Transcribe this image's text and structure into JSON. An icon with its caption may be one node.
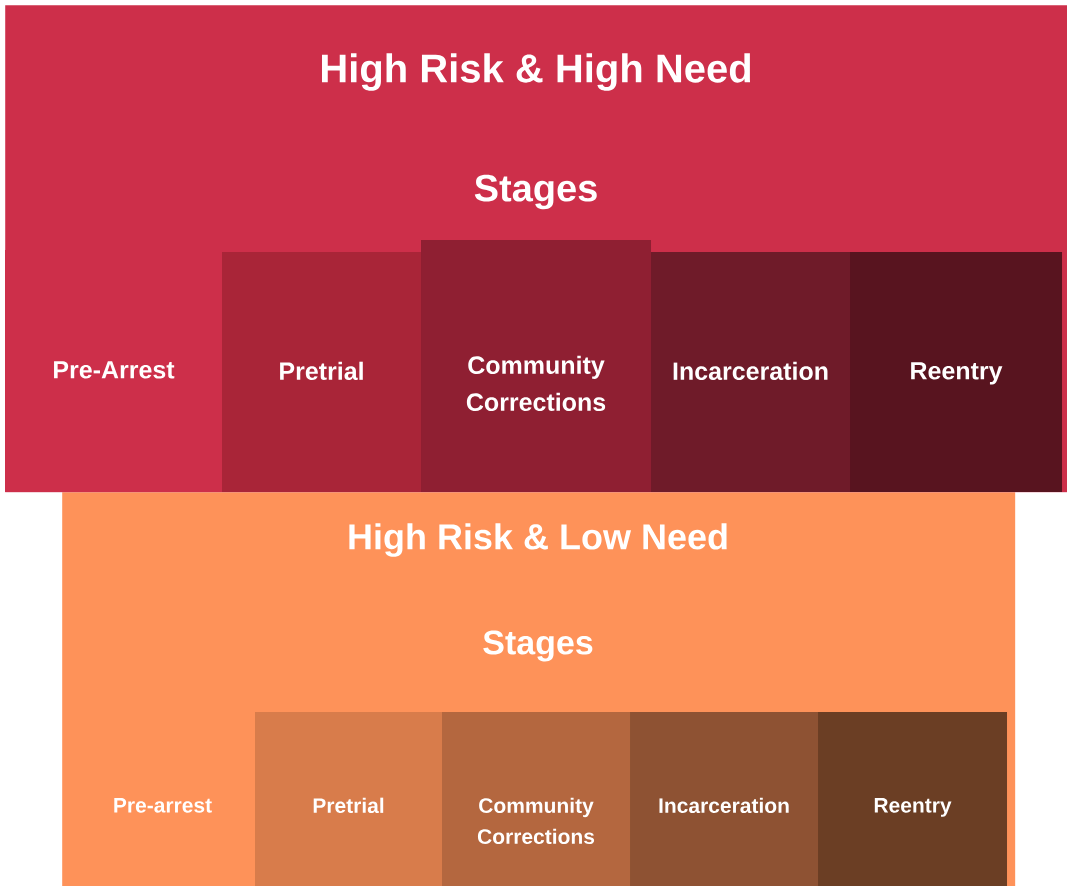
{
  "diagram": {
    "nodes": [
      {
        "text": [
          "High Risk & High Need",
          "Stages"
        ]
      },
      {
        "text": [
          "Pre-Arrest"
        ],
        "in": 0
      },
      {
        "text": [
          "Pretrial"
        ],
        "in": 0
      },
      {
        "text": [
          "Community Corrections"
        ],
        "in": 0
      },
      {
        "text": [
          "Incarceration"
        ],
        "in": 0
      },
      {
        "text": [
          "Reentry"
        ],
        "in": 0
      },
      {
        "text": [
          "High Risk & Low Need",
          "Stages"
        ]
      },
      {
        "text": [
          "Pre-arrest"
        ],
        "in": 6
      },
      {
        "text": [
          "Pretrial"
        ],
        "in": 6
      },
      {
        "text": [
          "Community Corrections"
        ],
        "in": 6
      },
      {
        "text": [
          "Incarceration"
        ],
        "in": 6
      },
      {
        "text": [
          "Reentry"
        ],
        "in": 6
      }
    ]
  }
}
